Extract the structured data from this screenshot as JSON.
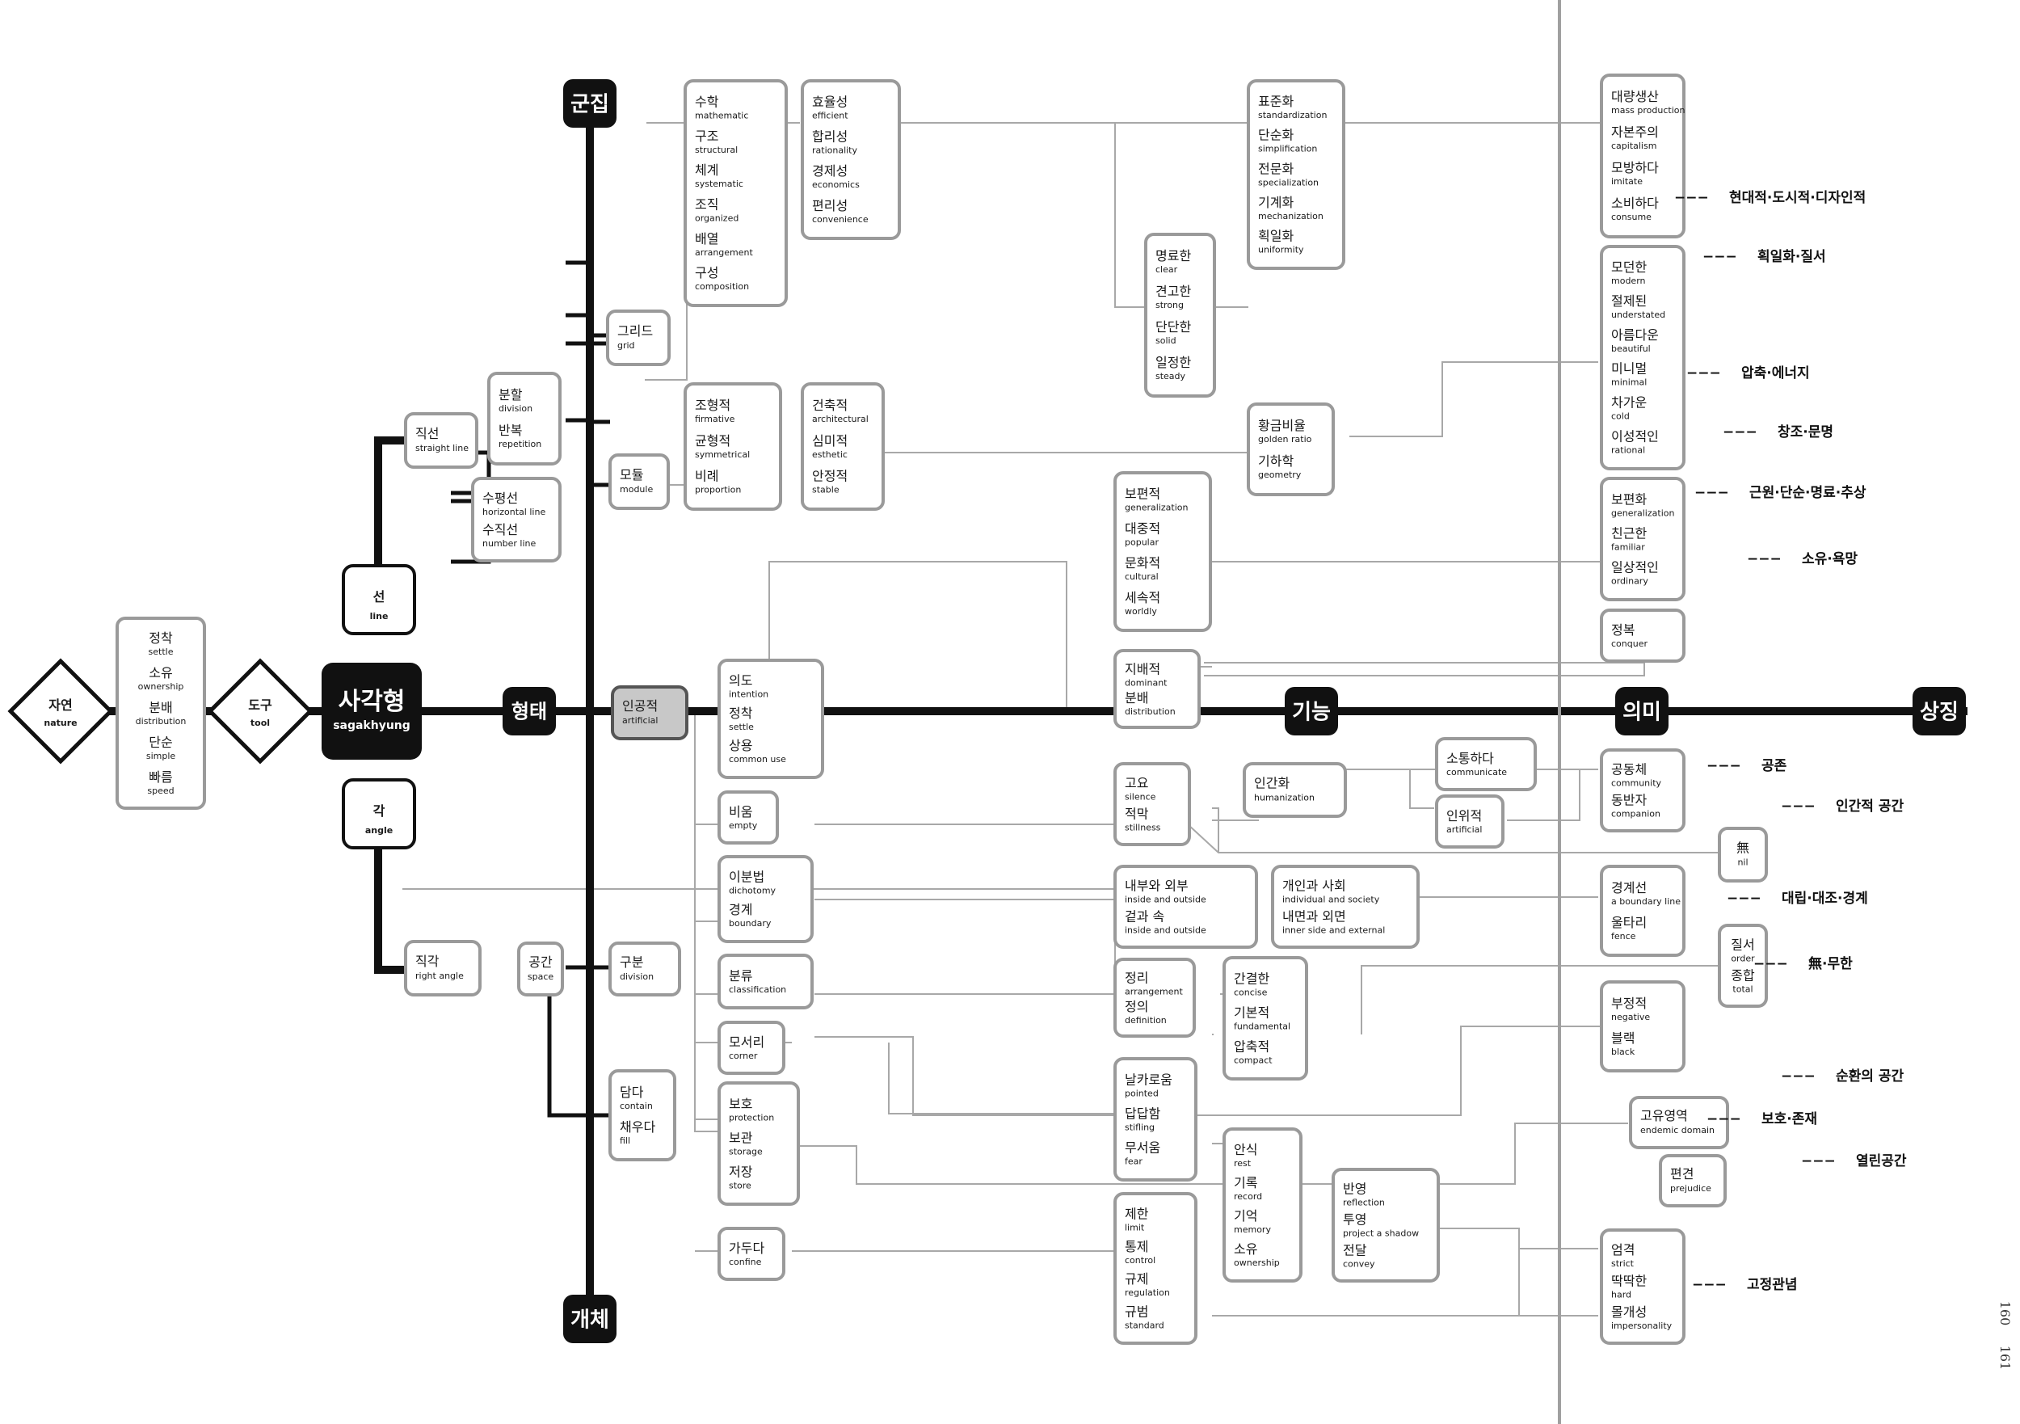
{
  "nodes": {
    "nature": {
      "kr": "자연",
      "en": "nature"
    },
    "tool": {
      "kr": "도구",
      "en": "tool"
    },
    "sagakhyung": {
      "kr": "사각형",
      "en": "sagakhyung"
    },
    "line": {
      "kr": "선",
      "en": "line"
    },
    "angle": {
      "kr": "각",
      "en": "angle"
    },
    "form": {
      "kr": "형태"
    },
    "cluster": {
      "kr": "군집"
    },
    "individual": {
      "kr": "개체"
    },
    "function": {
      "kr": "기능"
    },
    "meaning": {
      "kr": "의미"
    },
    "symbol": {
      "kr": "상징"
    },
    "artificial": {
      "kr": "인공적",
      "en": "artificial"
    },
    "grid": {
      "kr": "그리드",
      "en": "grid"
    },
    "module": {
      "kr": "모듈",
      "en": "module"
    },
    "straight_line": {
      "kr": "직선",
      "en": "straight line"
    },
    "right_angle": {
      "kr": "직각",
      "en": "right angle"
    },
    "space": {
      "kr": "공간",
      "en": "space"
    },
    "division": {
      "kr": "구분",
      "en": "division"
    },
    "wu": {
      "kr": "無",
      "en": "nil"
    },
    "endemic": {
      "kr": "고유영역",
      "en": "endemic domain"
    },
    "prejudice": {
      "kr": "편견",
      "en": "prejudice"
    },
    "humanization": {
      "kr": "인간화",
      "en": "humanization"
    }
  },
  "groups": {
    "nature_attrs": [
      {
        "kr": "정착",
        "en": "settle"
      },
      {
        "kr": "소유",
        "en": "ownership"
      },
      {
        "kr": "분배",
        "en": "distribution"
      },
      {
        "kr": "단순",
        "en": "simple"
      },
      {
        "kr": "빠름",
        "en": "speed"
      }
    ],
    "division_repetition": [
      {
        "kr": "분할",
        "en": "division"
      },
      {
        "kr": "반복",
        "en": "repetition"
      }
    ],
    "horizontal_vertical": [
      {
        "kr": "수평선",
        "en": "horizontal line"
      },
      {
        "kr": "수직선",
        "en": "number line"
      }
    ],
    "math": [
      {
        "kr": "수학",
        "en": "mathematic"
      },
      {
        "kr": "구조",
        "en": "structural"
      },
      {
        "kr": "체계",
        "en": "systematic"
      },
      {
        "kr": "조직",
        "en": "organized"
      },
      {
        "kr": "배열",
        "en": "arrangement"
      },
      {
        "kr": "구성",
        "en": "composition"
      }
    ],
    "efficient": [
      {
        "kr": "효율성",
        "en": "efficient"
      },
      {
        "kr": "합리성",
        "en": "rationality"
      },
      {
        "kr": "경제성",
        "en": "economics"
      },
      {
        "kr": "편리성",
        "en": "convenience"
      }
    ],
    "firmative": [
      {
        "kr": "조형적",
        "en": "firmative"
      },
      {
        "kr": "균형적",
        "en": "symmetrical"
      },
      {
        "kr": "비례",
        "en": "proportion"
      }
    ],
    "architectural": [
      {
        "kr": "건축적",
        "en": "architectural"
      },
      {
        "kr": "심미적",
        "en": "esthetic"
      },
      {
        "kr": "안정적",
        "en": "stable"
      }
    ],
    "clear": [
      {
        "kr": "명료한",
        "en": "clear"
      },
      {
        "kr": "견고한",
        "en": "strong"
      },
      {
        "kr": "단단한",
        "en": "solid"
      },
      {
        "kr": "일정한",
        "en": "steady"
      }
    ],
    "standardization": [
      {
        "kr": "표준화",
        "en": "standardization"
      },
      {
        "kr": "단순화",
        "en": "simplification"
      },
      {
        "kr": "전문화",
        "en": "specialization"
      },
      {
        "kr": "기계화",
        "en": "mechanization"
      },
      {
        "kr": "획일화",
        "en": "uniformity"
      }
    ],
    "golden": [
      {
        "kr": "황금비율",
        "en": "golden ratio"
      },
      {
        "kr": "기하학",
        "en": "geometry"
      }
    ],
    "generalization": [
      {
        "kr": "보편적",
        "en": "generalization"
      },
      {
        "kr": "대중적",
        "en": "popular"
      },
      {
        "kr": "문화적",
        "en": "cultural"
      },
      {
        "kr": "세속적",
        "en": "worldly"
      }
    ],
    "dominant": [
      {
        "kr": "지배적",
        "en": "dominant"
      },
      {
        "kr": "분배",
        "en": "distribution"
      }
    ],
    "intention": [
      {
        "kr": "의도",
        "en": "intention"
      },
      {
        "kr": "정착",
        "en": "settle"
      },
      {
        "kr": "상용",
        "en": "common use"
      }
    ],
    "mass": [
      {
        "kr": "대량생산",
        "en": "mass production"
      },
      {
        "kr": "자본주의",
        "en": "capitalism"
      },
      {
        "kr": "모방하다",
        "en": "imitate"
      },
      {
        "kr": "소비하다",
        "en": "consume"
      }
    ],
    "modern": [
      {
        "kr": "모던한",
        "en": "modern"
      },
      {
        "kr": "절제된",
        "en": "understated"
      },
      {
        "kr": "아름다운",
        "en": "beautiful"
      },
      {
        "kr": "미니멀",
        "en": "minimal"
      },
      {
        "kr": "차가운",
        "en": "cold"
      },
      {
        "kr": "이성적인",
        "en": "rational"
      }
    ],
    "generalize": [
      {
        "kr": "보편화",
        "en": "generalization"
      },
      {
        "kr": "친근한",
        "en": "familiar"
      },
      {
        "kr": "일상적인",
        "en": "ordinary"
      }
    ],
    "conquer": [
      {
        "kr": "정복",
        "en": "conquer"
      }
    ],
    "empty": [
      {
        "kr": "비움",
        "en": "empty"
      }
    ],
    "dichotomy": [
      {
        "kr": "이분법",
        "en": "dichotomy"
      },
      {
        "kr": "경계",
        "en": "boundary"
      }
    ],
    "classification": [
      {
        "kr": "분류",
        "en": "classification"
      }
    ],
    "corner": [
      {
        "kr": "모서리",
        "en": "corner"
      }
    ],
    "contain": [
      {
        "kr": "담다",
        "en": "contain"
      },
      {
        "kr": "채우다",
        "en": "fill"
      }
    ],
    "protection": [
      {
        "kr": "보호",
        "en": "protection"
      },
      {
        "kr": "보관",
        "en": "storage"
      },
      {
        "kr": "저장",
        "en": "store"
      }
    ],
    "confine": [
      {
        "kr": "가두다",
        "en": "confine"
      }
    ],
    "silence": [
      {
        "kr": "고요",
        "en": "silence"
      },
      {
        "kr": "적막",
        "en": "stillness"
      }
    ],
    "inside": [
      {
        "kr": "내부와 외부",
        "en": "inside and outside"
      },
      {
        "kr": "겉과 속",
        "en": "inside and outside"
      }
    ],
    "individual_society": [
      {
        "kr": "개인과 사회",
        "en": "individual and society"
      },
      {
        "kr": "내면과 외면",
        "en": "inner side and external"
      }
    ],
    "arrangement": [
      {
        "kr": "정리",
        "en": "arrangement"
      },
      {
        "kr": "정의",
        "en": "definition"
      }
    ],
    "concise": [
      {
        "kr": "간결한",
        "en": "concise"
      },
      {
        "kr": "기본적",
        "en": "fundamental"
      },
      {
        "kr": "압축적",
        "en": "compact"
      }
    ],
    "pointed": [
      {
        "kr": "날카로움",
        "en": "pointed"
      },
      {
        "kr": "답답함",
        "en": "stifling"
      },
      {
        "kr": "무서움",
        "en": "fear"
      }
    ],
    "rest": [
      {
        "kr": "안식",
        "en": "rest"
      },
      {
        "kr": "기록",
        "en": "record"
      },
      {
        "kr": "기억",
        "en": "memory"
      },
      {
        "kr": "소유",
        "en": "ownership"
      }
    ],
    "reflection": [
      {
        "kr": "반영",
        "en": "reflection"
      },
      {
        "kr": "투영",
        "en": "project a shadow"
      },
      {
        "kr": "전달",
        "en": "convey"
      }
    ],
    "limit": [
      {
        "kr": "제한",
        "en": "limit"
      },
      {
        "kr": "통제",
        "en": "control"
      },
      {
        "kr": "규제",
        "en": "regulation"
      },
      {
        "kr": "규범",
        "en": "standard"
      }
    ],
    "communicate": [
      {
        "kr": "소통하다",
        "en": "communicate"
      }
    ],
    "artificial2": [
      {
        "kr": "인위적",
        "en": "artificial"
      }
    ],
    "community": [
      {
        "kr": "공동체",
        "en": "community"
      },
      {
        "kr": "동반자",
        "en": "companion"
      }
    ],
    "boundary_line": [
      {
        "kr": "경계선",
        "en": "a boundary line"
      },
      {
        "kr": "울타리",
        "en": "fence"
      }
    ],
    "order": [
      {
        "kr": "질서",
        "en": "order"
      },
      {
        "kr": "종합",
        "en": "total"
      }
    ],
    "negative": [
      {
        "kr": "부정적",
        "en": "negative"
      },
      {
        "kr": "블랙",
        "en": "black"
      }
    ],
    "strict": [
      {
        "kr": "엄격",
        "en": "strict"
      },
      {
        "kr": "딱딱한",
        "en": "hard"
      },
      {
        "kr": "몰개성",
        "en": "impersonality"
      }
    ]
  },
  "symbol_notes": [
    "현대적·도시적·디자인적",
    "획일화·질서",
    "압축·에너지",
    "창조·문명",
    "근원·단순·명료·추상",
    "소유·욕망",
    "공존",
    "인간적 공간",
    "대립·대조·경계",
    "無·무한",
    "순환의 공간",
    "보호·존재",
    "열린공간",
    "고정관념"
  ],
  "page_numbers": [
    "160",
    "161"
  ]
}
